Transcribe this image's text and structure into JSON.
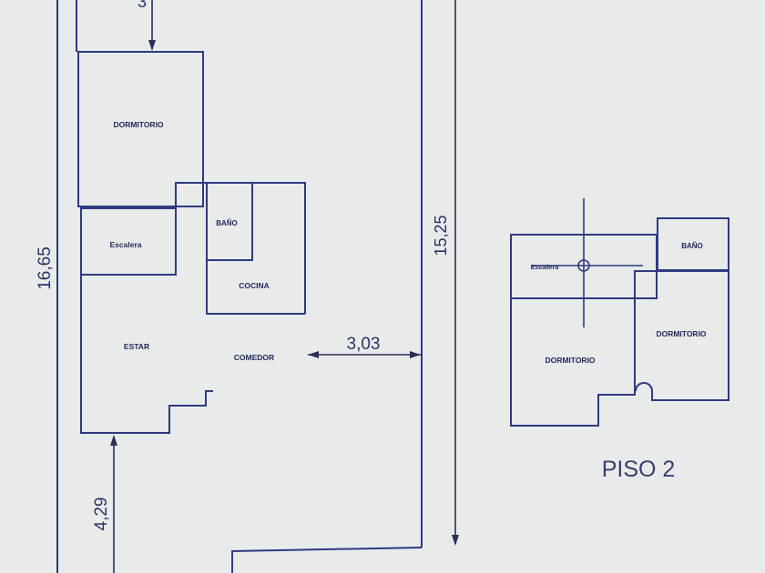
{
  "floor1": {
    "rooms": {
      "dormitorio": "DORMITORIO",
      "escalera": "Escalera",
      "bano": "BAÑO",
      "cocina": "COCINA",
      "estar": "ESTAR",
      "comedor": "COMEDOR"
    },
    "dimensions": {
      "top": "3",
      "left_total": "16,65",
      "right_total": "15,25",
      "side_setback": "3,03",
      "front_setback": "4,29"
    }
  },
  "floor2": {
    "title": "PISO 2",
    "rooms": {
      "escalera": "Escalera",
      "bano": "BAÑO",
      "dormitorio_left": "DORMITORIO",
      "dormitorio_right": "DORMITORIO"
    }
  },
  "colors": {
    "background": "#e9ebea",
    "lines": "#2f3a80",
    "text": "#232a5e"
  }
}
